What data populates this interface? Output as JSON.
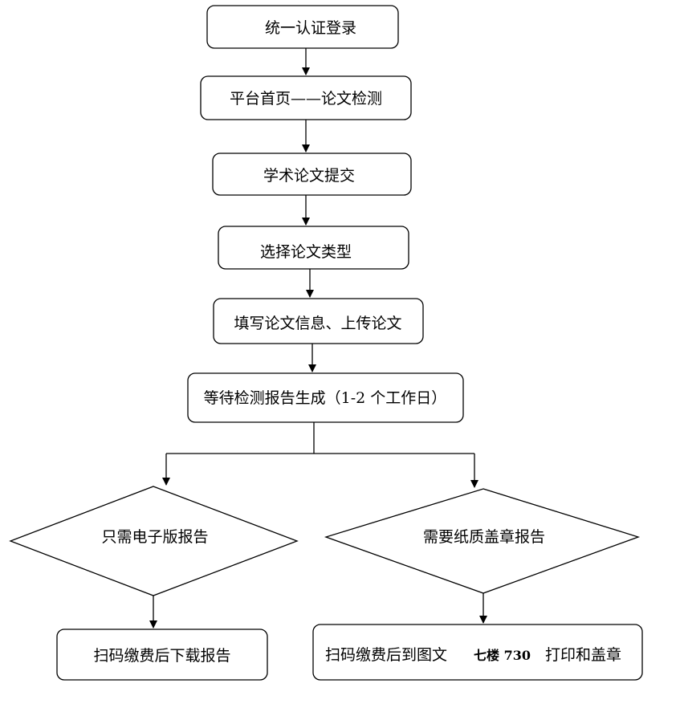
{
  "steps": {
    "login": "统一认证登录",
    "homepage": "平台首页——论文检测",
    "submit": "学术论文提交",
    "choose_type": "选择论文类型",
    "fill_upload": "填写论文信息、上传论文",
    "wait_report": "等待检测报告生成（1-2 个工作日）"
  },
  "branches": {
    "electronic": {
      "decision": "只需电子版报告",
      "action": "扫码缴费后下载报告"
    },
    "paper": {
      "decision": "需要纸质盖章报告",
      "action_prefix": "扫码缴费后到图文",
      "action_location": "七楼 730",
      "action_suffix": "打印和盖章"
    }
  }
}
